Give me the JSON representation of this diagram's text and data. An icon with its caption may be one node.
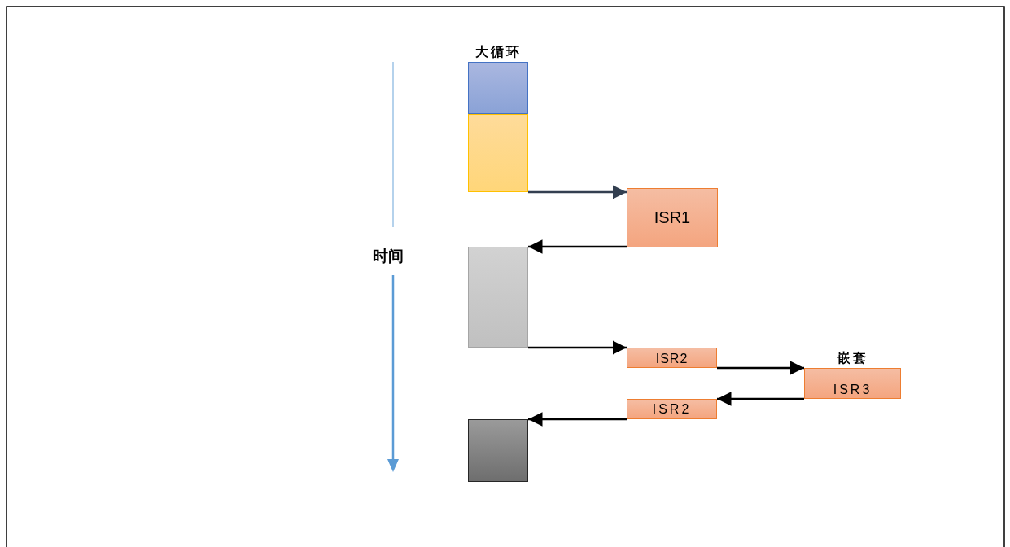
{
  "diagram": {
    "nodes": [
      {
        "text": [
          "大循环"
        ]
      },
      {
        "text": [],
        "shape": "box"
      },
      {
        "text": [
          "ISR1"
        ]
      },
      {
        "text": [],
        "shape": "box"
      },
      {
        "text": [
          "ISR2"
        ]
      },
      {
        "text": [
          "嵌套",
          "ISR3"
        ]
      },
      {
        "text": [
          "ISR2"
        ]
      },
      {
        "text": [],
        "shape": "box"
      }
    ],
    "edges": [
      {
        "from": 1,
        "to": 2,
        "arrow": "to",
        "color": "#333f50"
      },
      {
        "from": 2,
        "to": 3,
        "arrow": "to"
      },
      {
        "from": 3,
        "to": 4,
        "arrow": "to"
      },
      {
        "from": 4,
        "to": 5,
        "arrow": "to"
      },
      {
        "from": 5,
        "to": 6,
        "arrow": "to"
      },
      {
        "from": 6,
        "to": 7,
        "arrow": "to"
      }
    ],
    "labels": [
      "时间"
    ]
  }
}
